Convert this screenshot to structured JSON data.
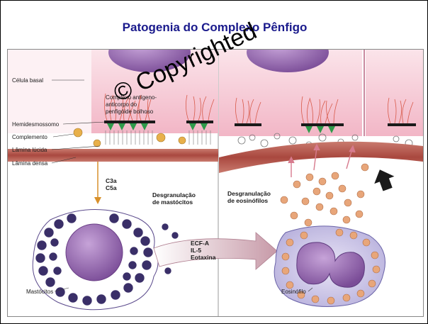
{
  "title": "Patogenia do Complexo Pênfigo",
  "labels": {
    "celula_basal": "Célula basal",
    "complexo_l1": "Complexo antígeno-",
    "complexo_l2": "anticorpo do",
    "complexo_l3": "penfigóide bolhoso",
    "hemidesmossomo": "Hemidesmossomo",
    "complemento": "Complemento",
    "lamina_lucida": "Lâmina lúcida",
    "lamina_densa": "Lâmina densa",
    "c3a": "C3a",
    "c5a": "C5a",
    "degr_mast_l1": "Desgranulação",
    "degr_mast_l2": "de mastócitos",
    "degr_eos_l1": "Desgranulação",
    "degr_eos_l2": "de eosinófilos",
    "ecf_a": "ECF-A",
    "il5": "IL-5",
    "eotaxina": "Eotaxina",
    "mastocitos": "Mastócitos",
    "eosinofilo": "Eosinófilo"
  },
  "watermark": "© Copyrighted",
  "colors": {
    "title": "#1a1a8c",
    "cell_pink": "#f6c9d4",
    "nucleus_purple": "#8e5fa8",
    "membrane_band": "#b5554c",
    "granule": "#4a3a7a",
    "eos_granule": "#e8a67a"
  }
}
